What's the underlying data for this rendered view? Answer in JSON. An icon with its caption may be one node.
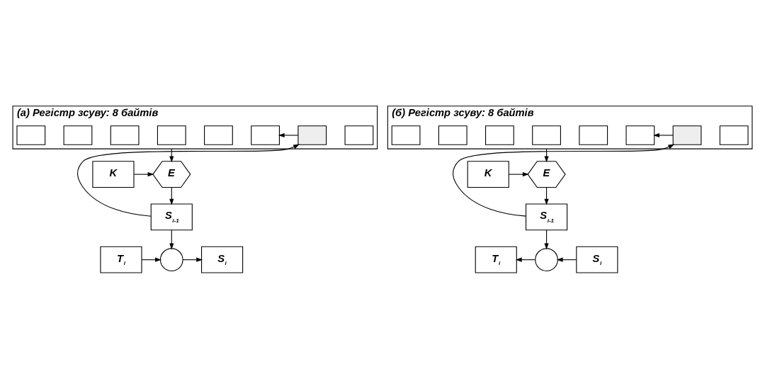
{
  "diagram": {
    "nodes": [
      {
        "text": [
          "(а) Регістр зсуву: 8 байтів"
        ]
      },
      {
        "text": [],
        "shape": "box",
        "in": 0
      },
      {
        "text": [],
        "shape": "box",
        "in": 0
      },
      {
        "text": [],
        "shape": "box",
        "in": 0
      },
      {
        "text": [],
        "shape": "box",
        "in": 0
      },
      {
        "text": [],
        "shape": "box",
        "in": 0
      },
      {
        "text": [],
        "shape": "box",
        "in": 0
      },
      {
        "text": [],
        "shape": "box",
        "in": 0
      },
      {
        "text": [],
        "shape": "box",
        "in": 0
      },
      {
        "text": [
          "K"
        ]
      },
      {
        "text": [
          "E"
        ]
      },
      {
        "text": [
          "S$_{i-1}$"
        ]
      },
      {
        "text": [
          "T$_{i}$"
        ]
      },
      {
        "text": [],
        "shape": "circle"
      },
      {
        "text": [
          "S$_{i}$"
        ]
      },
      {
        "text": [
          "(б) Регістр зсуву: 8 байтів"
        ]
      },
      {
        "text": [],
        "shape": "box",
        "in": 15
      },
      {
        "text": [],
        "shape": "box",
        "in": 15
      },
      {
        "text": [],
        "shape": "box",
        "in": 15
      },
      {
        "text": [],
        "shape": "box",
        "in": 15
      },
      {
        "text": [],
        "shape": "box",
        "in": 15
      },
      {
        "text": [],
        "shape": "box",
        "in": 15
      },
      {
        "text": [],
        "shape": "box",
        "in": 15
      },
      {
        "text": [],
        "shape": "box",
        "in": 15
      },
      {
        "text": [
          "K"
        ]
      },
      {
        "text": [
          "E"
        ]
      },
      {
        "text": [
          "S$_{i-1}$"
        ]
      },
      {
        "text": [
          "T$_{i}$"
        ]
      },
      {
        "text": [],
        "shape": "circle"
      },
      {
        "text": [
          "S$_{i}$"
        ]
      }
    ],
    "edges": [
      {
        "from": 8,
        "to": 2,
        "arrow": "to"
      },
      {
        "from": 0,
        "to": 10,
        "arrow": "to"
      },
      {
        "from": 9,
        "to": 10,
        "arrow": "to"
      },
      {
        "from": 10,
        "to": 11,
        "arrow": "to"
      },
      {
        "from": 11,
        "to": 8,
        "arrow": "to"
      },
      {
        "from": 11,
        "to": 13,
        "arrow": "to"
      },
      {
        "from": 12,
        "to": 13,
        "arrow": "to"
      },
      {
        "from": 13,
        "to": 14,
        "arrow": "to"
      },
      {
        "from": 23,
        "to": 17,
        "arrow": "to"
      },
      {
        "from": 15,
        "to": 25,
        "arrow": "to"
      },
      {
        "from": 24,
        "to": 25,
        "arrow": "to"
      },
      {
        "from": 25,
        "to": 26,
        "arrow": "to"
      },
      {
        "from": 26,
        "to": 23,
        "arrow": "to"
      },
      {
        "from": 26,
        "to": 28,
        "arrow": "to"
      },
      {
        "from": 28,
        "to": 27,
        "arrow": "to"
      },
      {
        "from": 29,
        "to": 28,
        "arrow": "to"
      }
    ]
  }
}
